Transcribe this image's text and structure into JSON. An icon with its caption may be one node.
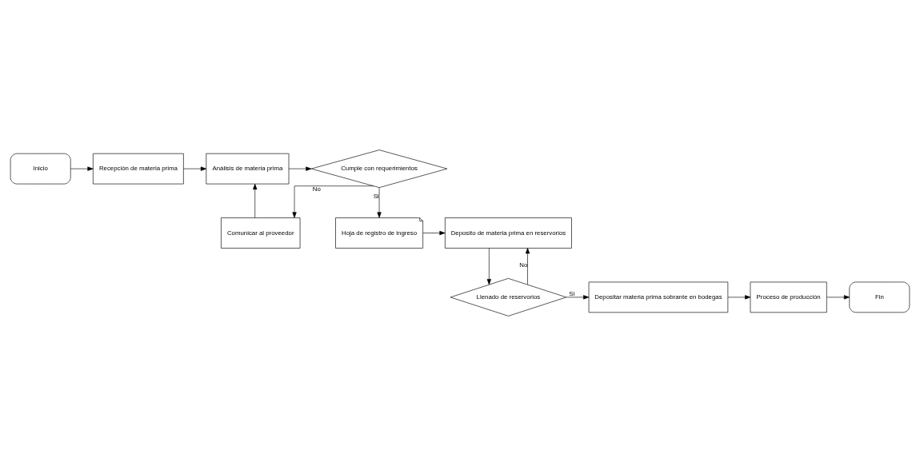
{
  "diagram": {
    "nodes": [
      {
        "text": [
          "Inicio"
        ]
      },
      {
        "text": [
          "Recepción de materia prima"
        ]
      },
      {
        "text": [
          "Análisis de materia prima"
        ]
      },
      {
        "text": [
          "Cumple con requerimientos"
        ]
      },
      {
        "text": [
          "Hoja de registro de ingreso"
        ]
      },
      {
        "text": [
          "Comunicar al proveedor"
        ]
      },
      {
        "text": [
          "Deposito de materia prima en reservorios"
        ]
      },
      {
        "text": [
          "Llenado de reservorios"
        ]
      },
      {
        "text": [
          "Depositar materia prima sobrante en bodegas"
        ]
      },
      {
        "text": [
          "Proceso de producción"
        ]
      },
      {
        "text": [
          "Fin"
        ]
      }
    ],
    "edges": [
      {
        "from": 0,
        "to": 1,
        "arrow": "to"
      },
      {
        "from": 1,
        "to": 2,
        "arrow": "to"
      },
      {
        "from": 2,
        "to": 3,
        "arrow": "to"
      },
      {
        "from": 3,
        "to": 4,
        "label": "Si",
        "arrow": "to"
      },
      {
        "from": 3,
        "to": 5,
        "label": "No",
        "arrow": "to"
      },
      {
        "from": 5,
        "to": 2,
        "arrow": "to"
      },
      {
        "from": 4,
        "to": 6,
        "arrow": "to"
      },
      {
        "from": 6,
        "to": 7,
        "arrow": "to"
      },
      {
        "from": 7,
        "to": 6,
        "label": "No",
        "arrow": "to"
      },
      {
        "from": 7,
        "to": 8,
        "label": "Si",
        "arrow": "to"
      },
      {
        "from": 8,
        "to": 9,
        "arrow": "to"
      },
      {
        "from": 9,
        "to": 10,
        "arrow": "to"
      }
    ]
  }
}
